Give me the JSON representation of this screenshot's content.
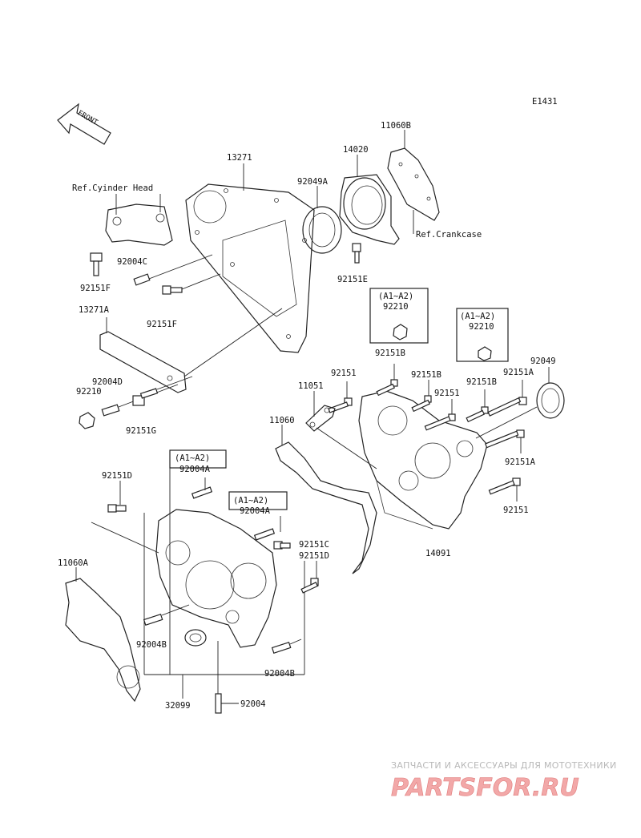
{
  "diagram": {
    "code": "E1431",
    "front_label": "FRONT",
    "labels": {
      "p11060B": "11060B",
      "p14020": "14020",
      "p13271": "13271",
      "p92049A": "92049A",
      "ref_cyl": "Ref.Cyinder Head",
      "ref_crank": "Ref.Crankcase",
      "p92004C": "92004C",
      "p92151F_a": "92151F",
      "p92151E": "92151E",
      "p13271A": "13271A",
      "p92151F_b": "92151F",
      "p92004D": "92004D",
      "p92210_a": "92210",
      "p92151G": "92151G",
      "a1a2_1": "(A1~A2)",
      "p92210_b": "92210",
      "a1a2_2": "(A1~A2)",
      "p92210_c": "92210",
      "p92151B_a": "92151B",
      "p92049": "92049",
      "p92151_a": "92151",
      "p92151B_b": "92151B",
      "p92151A_a": "92151A",
      "p11051": "11051",
      "p92151_b": "92151",
      "p92151B_c": "92151B",
      "p11060": "11060",
      "p92151A_b": "92151A",
      "a1a2_3": "(A1~A2)",
      "p92004A_a": "92004A",
      "p92151D_a": "92151D",
      "a1a2_4": "(A1~A2)",
      "p92004A_b": "92004A",
      "p92151_c": "92151",
      "p92151C": "92151C",
      "p92151D_b": "92151D",
      "p14091": "14091",
      "p11060A": "11060A",
      "p92004B_a": "92004B",
      "p92004B_b": "92004B",
      "p32099": "32099",
      "p92004": "92004"
    }
  },
  "watermark": {
    "tagline": "ЗАПЧАСТИ И АКСЕССУАРЫ ДЛЯ МОТОТЕХНИКИ",
    "logo": "PARTSFOR.RU"
  },
  "colors": {
    "line": "#222222",
    "watermark_logo": "#f2a8a8",
    "watermark_text": "#b8b8b8"
  }
}
